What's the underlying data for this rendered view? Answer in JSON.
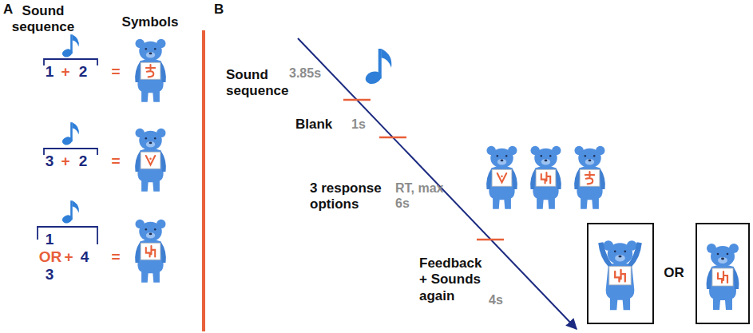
{
  "diagram": {
    "labels": [
      "A",
      "Sound sequence",
      "Symbols",
      "1",
      "+",
      "2",
      "=",
      "3",
      "+",
      "2",
      "=",
      "1",
      "OR",
      "3",
      "+",
      "4",
      "=",
      "B",
      "Sound sequence",
      "3.85s",
      "Blank",
      "1s",
      "3 response options",
      "RT, max 6s",
      "Feedback + Sounds again",
      "4s",
      "OR"
    ]
  }
}
